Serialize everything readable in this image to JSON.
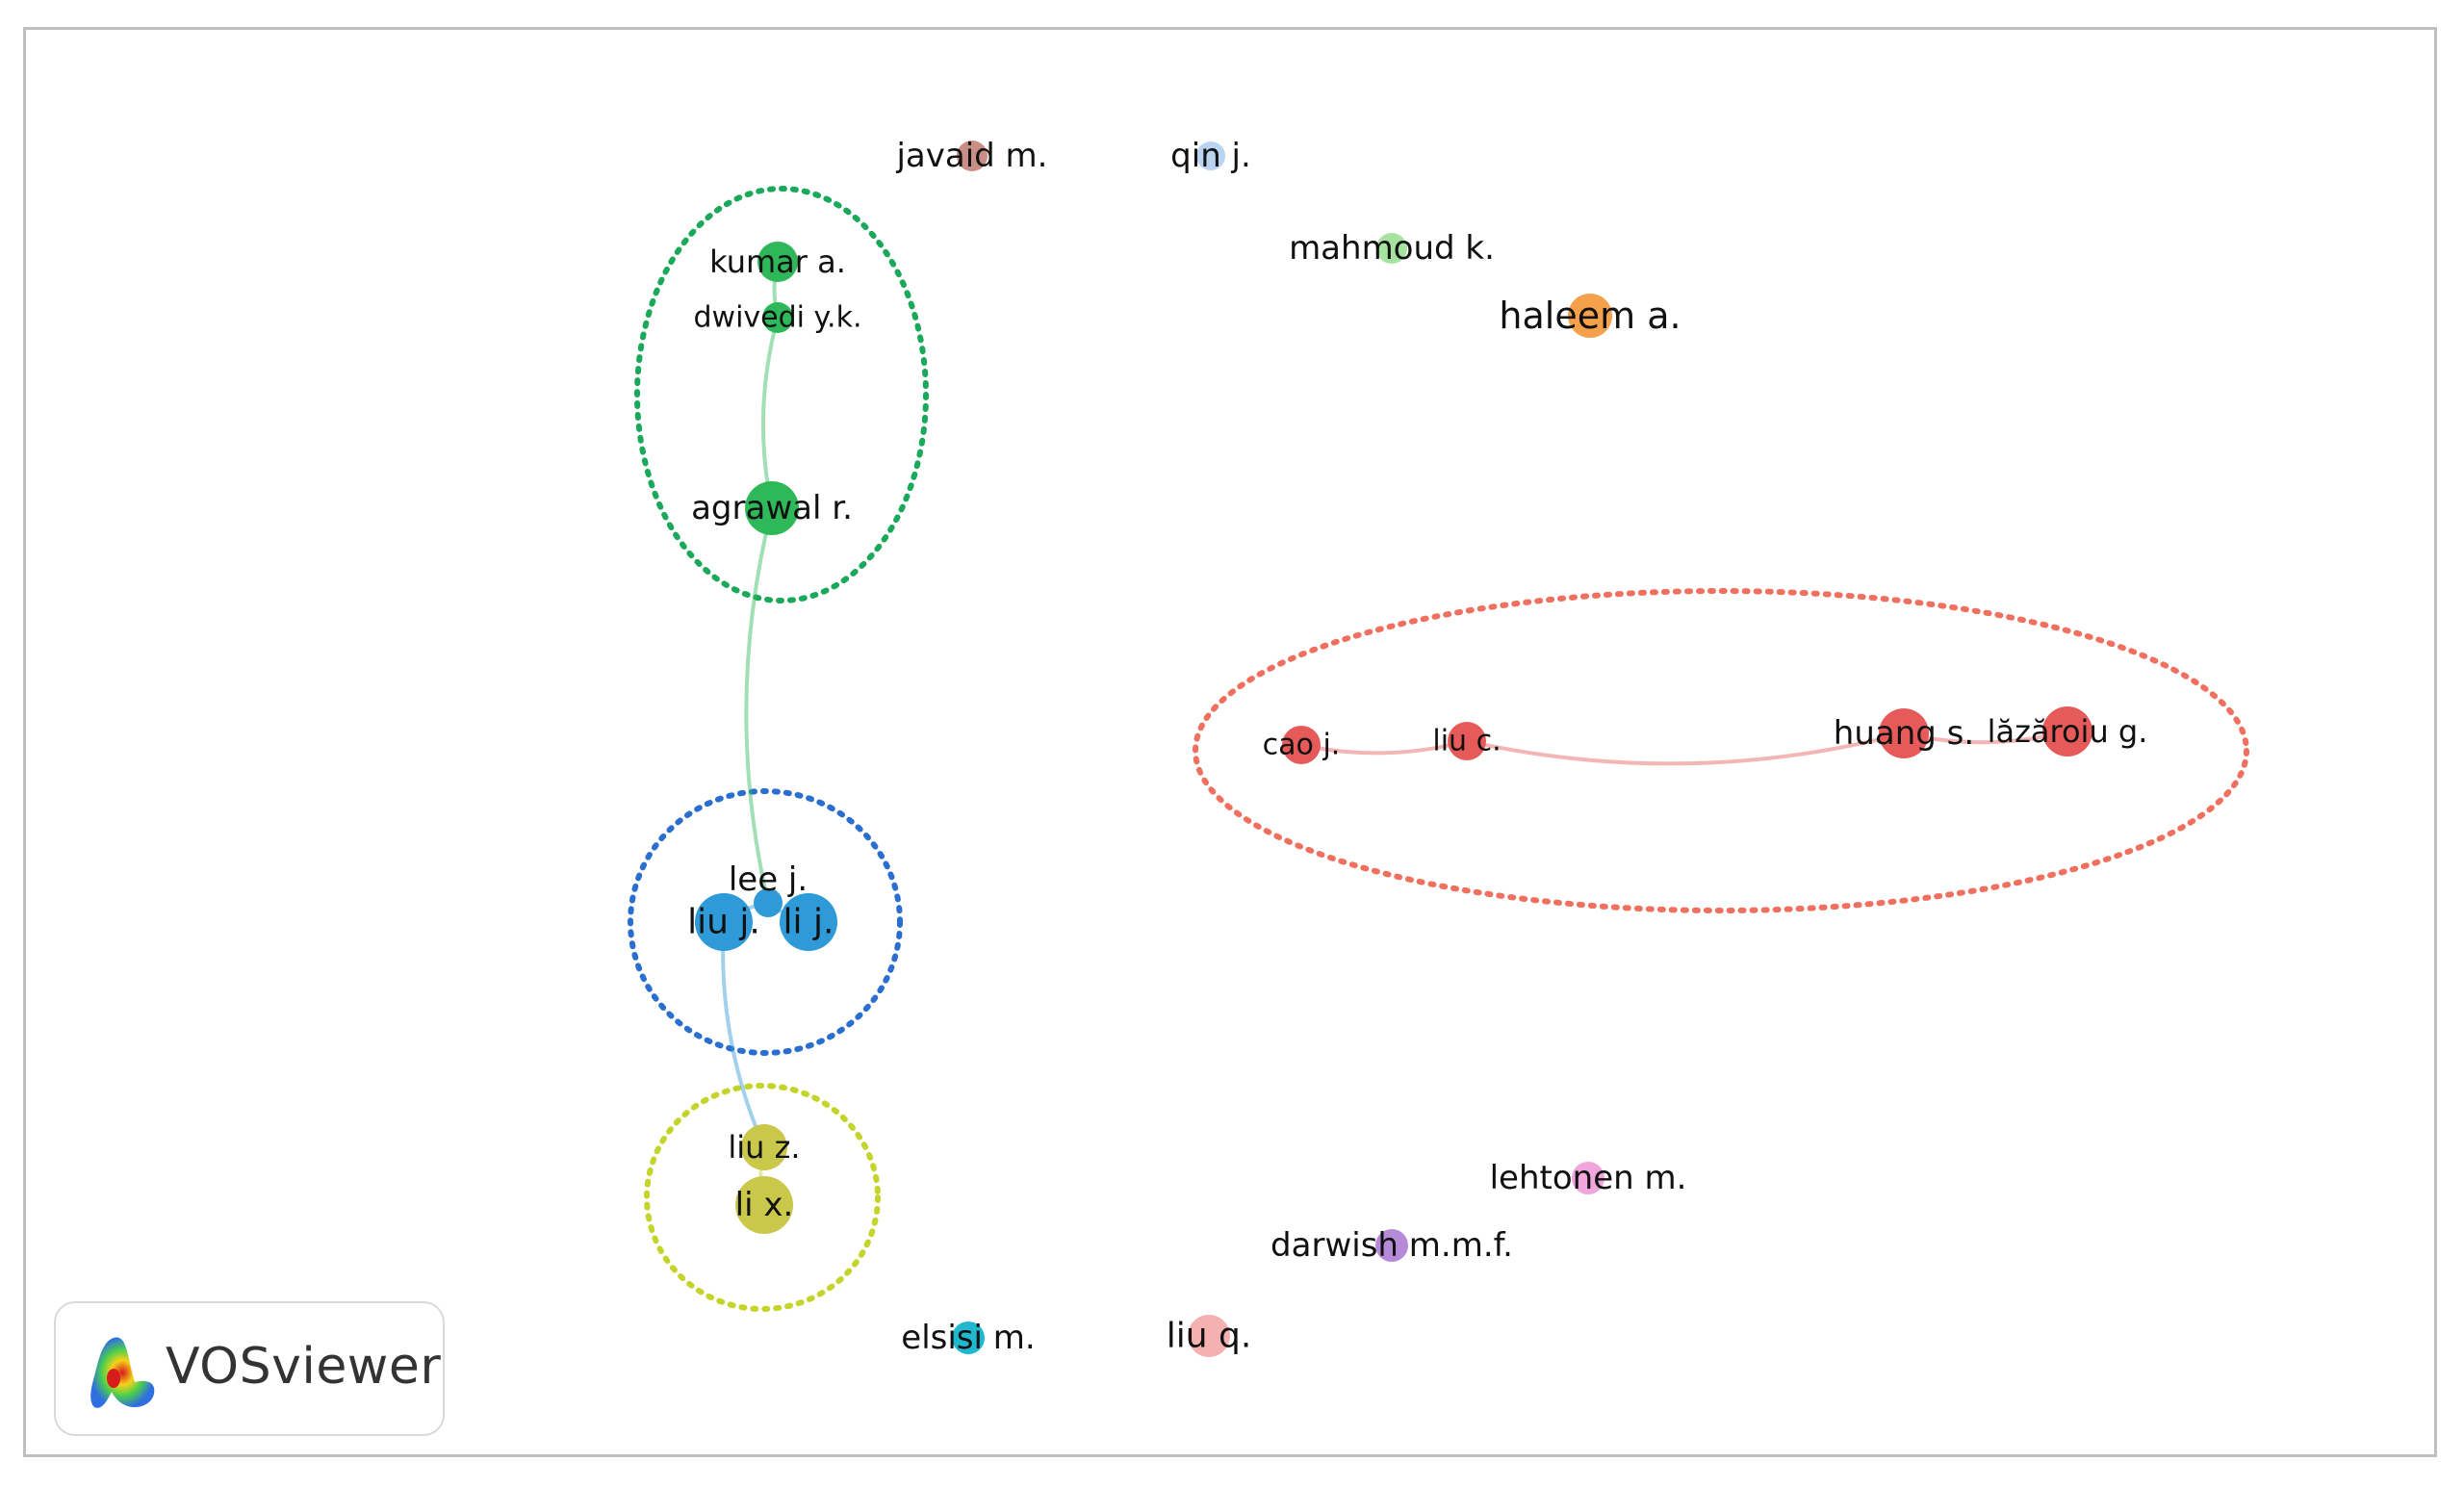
{
  "nodes": [
    {
      "id": "javaid",
      "label": "javaid m.",
      "color": "#c98f86"
    },
    {
      "id": "qin",
      "label": "qin j.",
      "color": "#b9d3f0"
    },
    {
      "id": "mahmoud",
      "label": "mahmoud k.",
      "color": "#a6e3a0"
    },
    {
      "id": "haleem",
      "label": "haleem a.",
      "color": "#f5a04a"
    },
    {
      "id": "kumar",
      "label": "kumar a.",
      "color": "#2fb85a"
    },
    {
      "id": "dwivedi",
      "label": "dwivedi y.k.",
      "color": "#2fb85a"
    },
    {
      "id": "agrawal",
      "label": "agrawal r.",
      "color": "#2fb85a"
    },
    {
      "id": "cao",
      "label": "cao j.",
      "color": "#e65a5a"
    },
    {
      "id": "liuc",
      "label": "liu c.",
      "color": "#e65a5a"
    },
    {
      "id": "huang",
      "label": "huang s.",
      "color": "#e65a5a"
    },
    {
      "id": "lazaroiu",
      "label": "lăzăroiu g.",
      "color": "#e65a5a"
    },
    {
      "id": "lee",
      "label": "lee j.",
      "color": "#2f9ad8"
    },
    {
      "id": "liuj",
      "label": "liu j.",
      "color": "#2f9ad8"
    },
    {
      "id": "lij",
      "label": "li j.",
      "color": "#2f9ad8"
    },
    {
      "id": "liuz",
      "label": "liu z.",
      "color": "#c9c84a"
    },
    {
      "id": "lix",
      "label": "li x.",
      "color": "#c9c84a"
    },
    {
      "id": "lehtonen",
      "label": "lehtonen m.",
      "color": "#f0a6dc"
    },
    {
      "id": "darwish",
      "label": "darwish m.m.f.",
      "color": "#b58ad8"
    },
    {
      "id": "elsisi",
      "label": "elsisi m.",
      "color": "#1fb8cf"
    },
    {
      "id": "liuq",
      "label": "liu q.",
      "color": "#f5b0b0"
    }
  ],
  "links": [
    {
      "source": "kumar",
      "target": "dwivedi"
    },
    {
      "source": "dwivedi",
      "target": "agrawal"
    },
    {
      "source": "agrawal",
      "target": "lee"
    },
    {
      "source": "lee",
      "target": "liuj"
    },
    {
      "source": "lee",
      "target": "lij"
    },
    {
      "source": "liuj",
      "target": "liuz"
    },
    {
      "source": "liuz",
      "target": "lix"
    },
    {
      "source": "cao",
      "target": "liuc"
    },
    {
      "source": "liuc",
      "target": "huang"
    },
    {
      "source": "huang",
      "target": "lazaroiu"
    }
  ],
  "clusters": [
    {
      "id": "green",
      "color": "#1aa85a"
    },
    {
      "id": "red",
      "color": "#f07060"
    },
    {
      "id": "blue",
      "color": "#2a6fd0"
    },
    {
      "id": "yellow",
      "color": "#c4d42a"
    }
  ],
  "brand": {
    "name": "VOSviewer"
  }
}
